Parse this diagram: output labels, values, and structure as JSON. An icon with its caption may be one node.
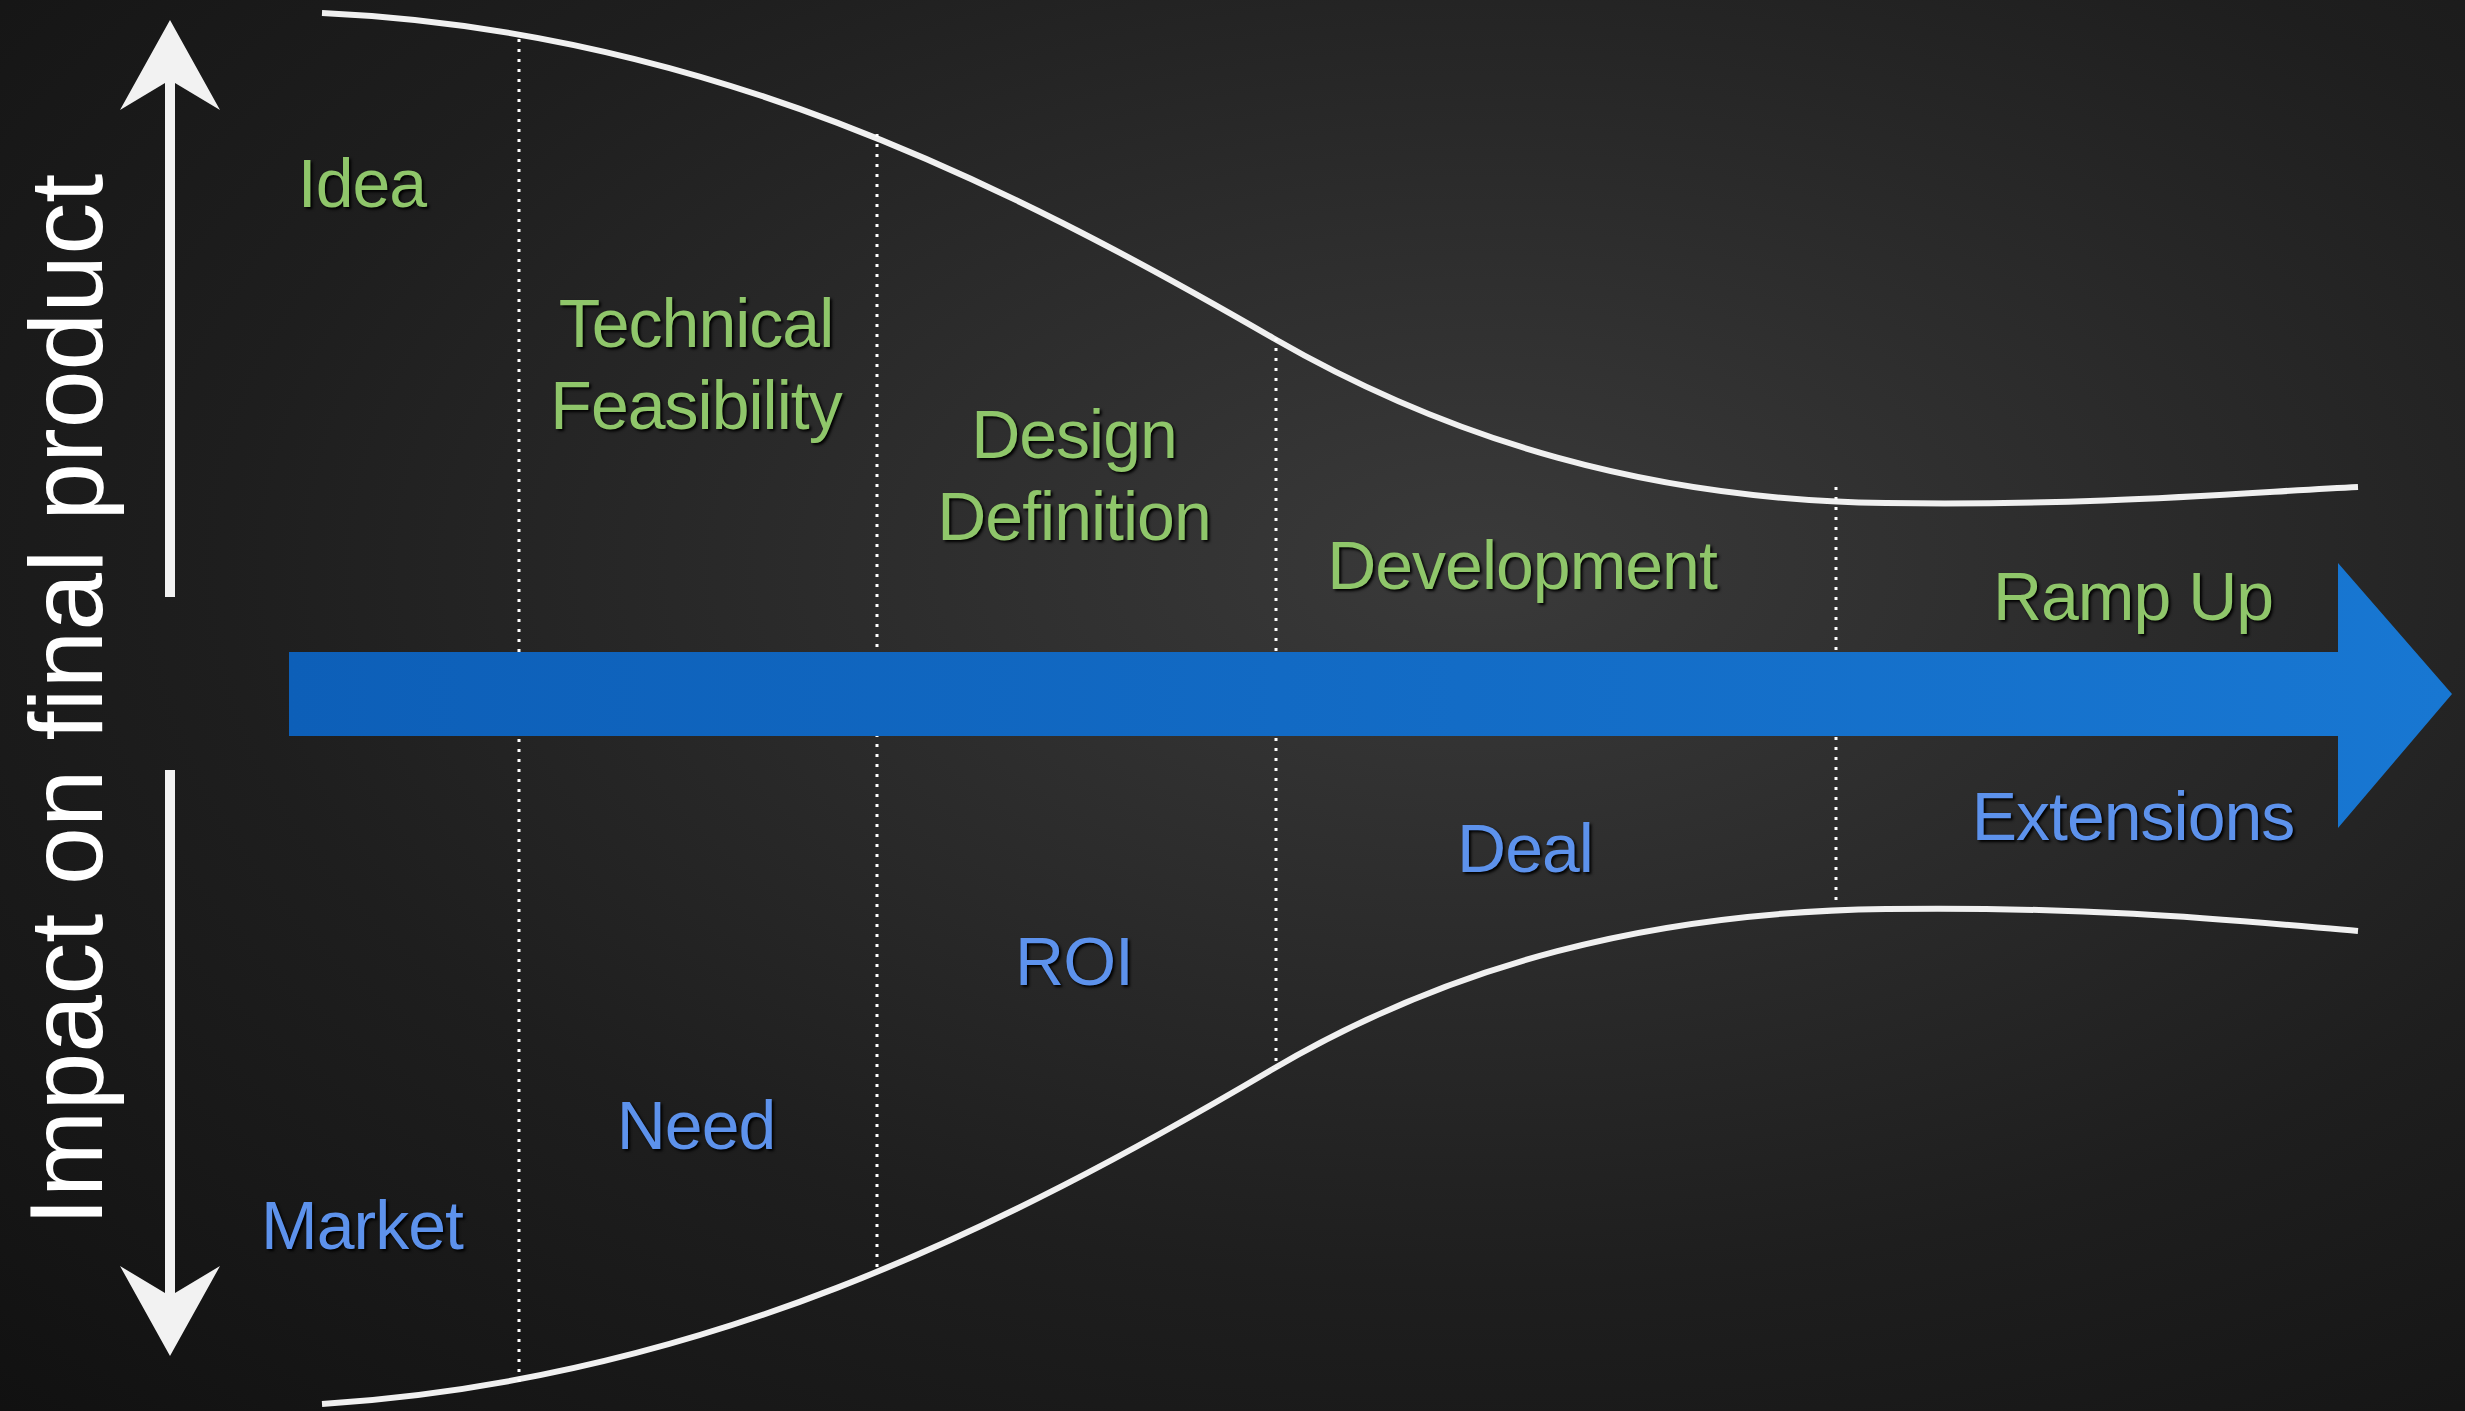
{
  "diagram": {
    "labels": [
      "Impact on final product",
      "Idea",
      "Technical Feasibility",
      "Design Definition",
      "Development",
      "Ramp Up",
      "Extensions",
      "Deal",
      "ROI",
      "Need",
      "Market"
    ]
  }
}
